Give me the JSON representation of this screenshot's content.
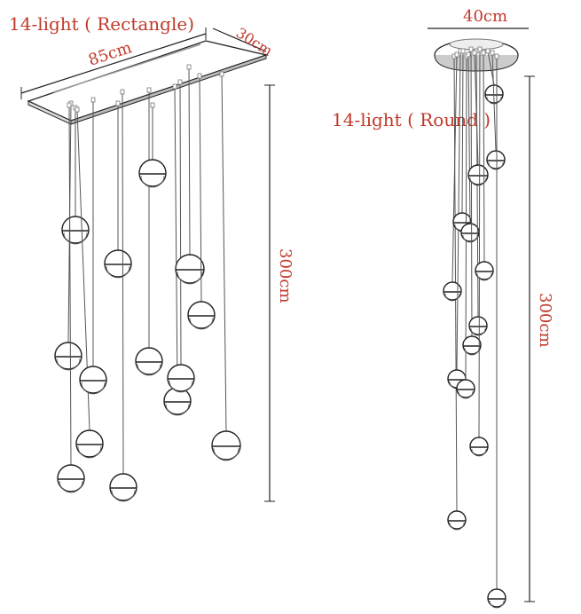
{
  "left": {
    "title": "14-light ( Rectangle)",
    "width_label": "85cm",
    "depth_label": "30cm",
    "height_label": "300cm"
  },
  "right": {
    "title": "14-light ( Round )",
    "diameter_label": "40cm",
    "height_label": "300cm"
  }
}
